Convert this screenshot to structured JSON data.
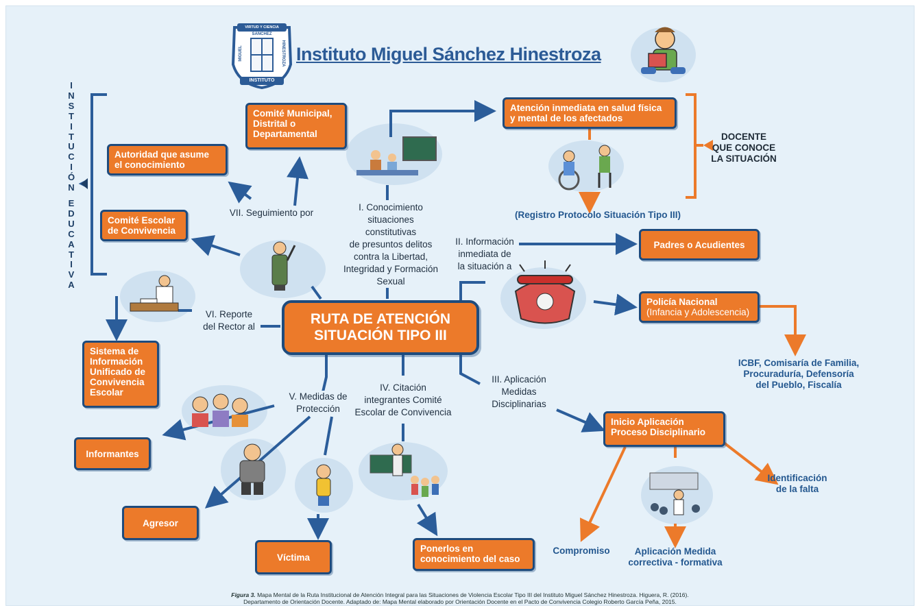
{
  "header": {
    "title": "Instituto Miguel Sánchez Hinestroza"
  },
  "logo": {
    "banner": "VIRTUD Y CIENCIA",
    "top": "SANCHEZ",
    "left": "MIGUEL",
    "right": "HINESTROZA",
    "bottom": "INSTITUTO"
  },
  "side_label": {
    "top": "INSTITUCIÓN",
    "bottom": "EDUCATIVA"
  },
  "center": {
    "line1": "RUTA DE ATENCIÓN",
    "line2": "SITUACIÓN TIPO III"
  },
  "branches": {
    "i": [
      "I. Conocimiento",
      "situaciones constitutivas",
      "de presuntos delitos",
      "contra la Libertad,",
      "Integridad y Formación",
      "Sexual"
    ],
    "ii": [
      "II. Información",
      "inmediata de",
      "la situación a"
    ],
    "iii": [
      "III. Aplicación",
      "Medidas",
      "Disciplinarias"
    ],
    "iv": [
      "IV. Citación",
      "integrantes Comité",
      "Escolar de Convivencia"
    ],
    "v": [
      "V. Medidas de",
      "Protección"
    ],
    "vi": [
      "VI. Reporte",
      "del Rector al"
    ],
    "vii": [
      "VII. Seguimiento por"
    ]
  },
  "boxes": {
    "atencion": [
      "Atención inmediata en salud física",
      "y mental de los afectados"
    ],
    "comite_municipal": [
      "Comité Municipal,",
      "Distrital o",
      "Departamental"
    ],
    "autoridad": [
      "Autoridad que asume",
      "el conocimiento"
    ],
    "comite_escolar": [
      "Comité Escolar",
      "de Convivencia"
    ],
    "padres": "Padres o Acudientes",
    "policia": [
      "Policía Nacional",
      "(Infancia y Adolescencia)"
    ],
    "sistema": [
      "Sistema de",
      "Información",
      "Unificado de",
      "Convivencia",
      "Escolar"
    ],
    "informantes": "Informantes",
    "agresor": "Agresor",
    "victima": "Víctima",
    "ponerlos": [
      "Ponerlos en",
      "conocimiento del caso"
    ],
    "inicio": [
      "Inicio Aplicación",
      "Proceso Disciplinario"
    ]
  },
  "texts": {
    "docente": [
      "DOCENTE",
      "QUE CONOCE",
      "LA SITUACIÓN"
    ],
    "registro": "(Registro Protocolo Situación Tipo III)",
    "icbf": [
      "ICBF, Comisaría de Familia,",
      "Procuraduría, Defensoría",
      "del Pueblo, Fiscalía"
    ],
    "identificacion": [
      "Identificación",
      "de la falta"
    ],
    "compromiso": "Compromiso",
    "aplicacion": [
      "Aplicación Medida",
      "correctiva - formativa"
    ]
  },
  "caption": {
    "label": "Figura 3.",
    "line1": "Mapa Mental de la Ruta Institucional de Atención Integral para las Situaciones de Violencia Escolar Tipo III del Instituto Miguel Sánchez Hinestroza. Higuera, R. (2016).",
    "line2": "Departamento de Orientación Docente. Adaptado de: Mapa Mental elaborado por Orientación Docente en el Pacto de Convivencia Colegio Roberto García Peña, 2015."
  },
  "colors": {
    "orange": "#ec7a2a",
    "navy": "#1e4b7d",
    "title_blue": "#2c5b96",
    "background": "#e6f1f9"
  }
}
